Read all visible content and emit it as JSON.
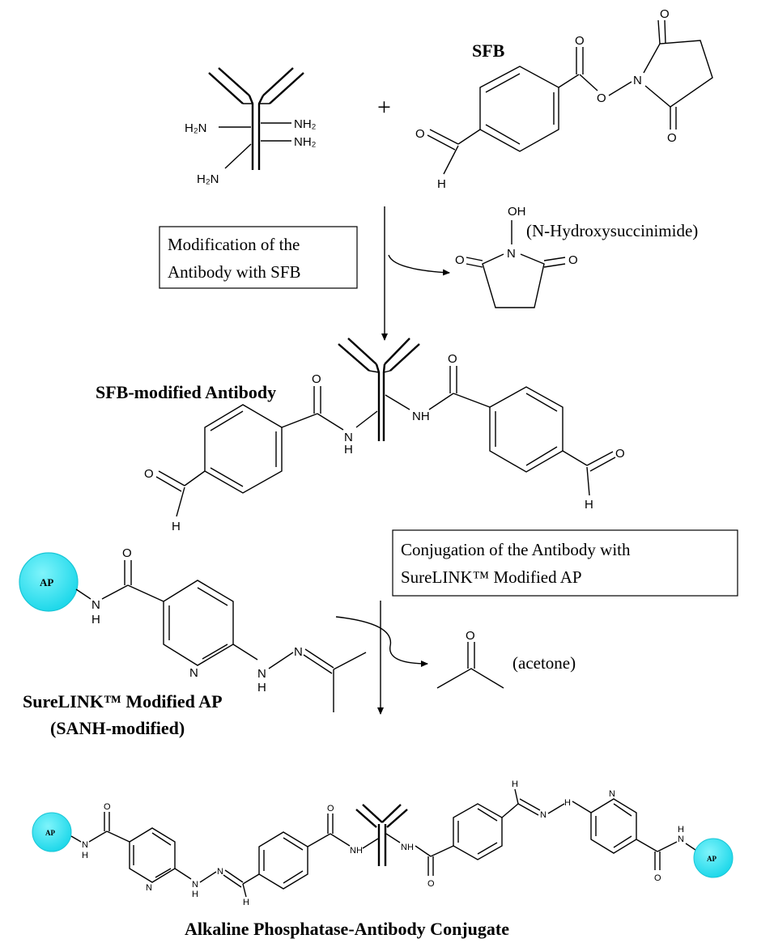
{
  "labels": {
    "sfb": "SFB",
    "plus": "+",
    "step1_line1": "Modification of the",
    "step1_line2": "Antibody with SFB",
    "byproduct1": "(N-Hydroxysuccinimide)",
    "sfb_antibody": "SFB-modified Antibody",
    "step2_line1": "Conjugation of the Antibody with",
    "step2_line2": "SureLINK™ Modified AP",
    "byproduct2": "(acetone)",
    "surelink_line1": "SureLINK™ Modified AP",
    "surelink_line2": "(SANH-modified)",
    "final_product": "Alkaline Phosphatase-Antibody Conjugate"
  },
  "atoms": {
    "O": "O",
    "N": "N",
    "H": "H",
    "NH": "NH",
    "OH": "OH",
    "H2N": "H₂N",
    "NH2": "NH₂",
    "AP": "AP"
  },
  "colors": {
    "ap_fill": "#33e6f2",
    "ap_stroke": "#19c6d6",
    "line": "#000000",
    "background": "#ffffff"
  }
}
